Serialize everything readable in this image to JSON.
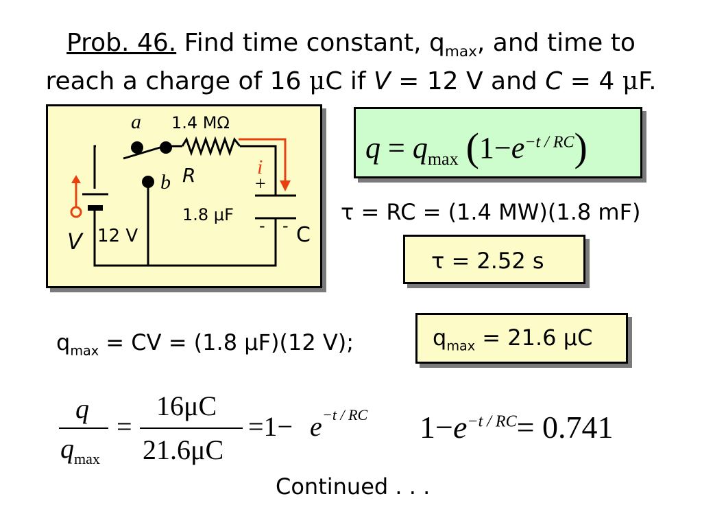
{
  "title": {
    "prefix": "Prob. 46.",
    "line1_text": " Find time constant, q",
    "line1_sub": "max",
    "line1_end": ", and time to",
    "line2_a": "reach a charge of 16 ",
    "line2_mu": "μ",
    "line2_b": "C if ",
    "line2_V": "V",
    "line2_c": " = 12 V and ",
    "line2_C": "C",
    "line2_d": " = 4 ",
    "line2_mu2": "μ",
    "line2_e": "F."
  },
  "circuit": {
    "node_a": "a",
    "node_b": "b",
    "resistance": "1.4 MΩ",
    "R_label": "R",
    "current_label": "i",
    "capacitance": "1.8 μF",
    "plus": "+",
    "minus_left": "-",
    "minus_right": "-",
    "C_label": "C",
    "V_label": "V",
    "voltage": "12 V"
  },
  "charge_eq": {
    "q": "q",
    "eq": "=",
    "qmax": "q",
    "qmax_sub": "max",
    "one_minus": "1−",
    "e": "e",
    "exp": "−t / RC"
  },
  "tau_line": "τ = RC = (1.4 MW)(1.8 mF)",
  "tau_result": "τ = 2.52 s",
  "qmax_line": {
    "q": "q",
    "sub": "max",
    "rest": " = CV = (1.8 μF)(12 V);"
  },
  "qmax_result": {
    "q": "q",
    "sub": "max",
    "rest": " = 21.6 μC"
  },
  "ratio_eq": {
    "num_q": "q",
    "den_q": "q",
    "den_sub": "max",
    "eq1": "=",
    "num2": "16μC",
    "den2": "21.6μC",
    "eq2": "=1−",
    "e": "e",
    "exp": "−t / RC"
  },
  "result_eq": {
    "lhs": "1−",
    "e": "e",
    "exp": "−t / RC",
    "rhs": "= 0.741"
  },
  "continued": "Continued . . ."
}
